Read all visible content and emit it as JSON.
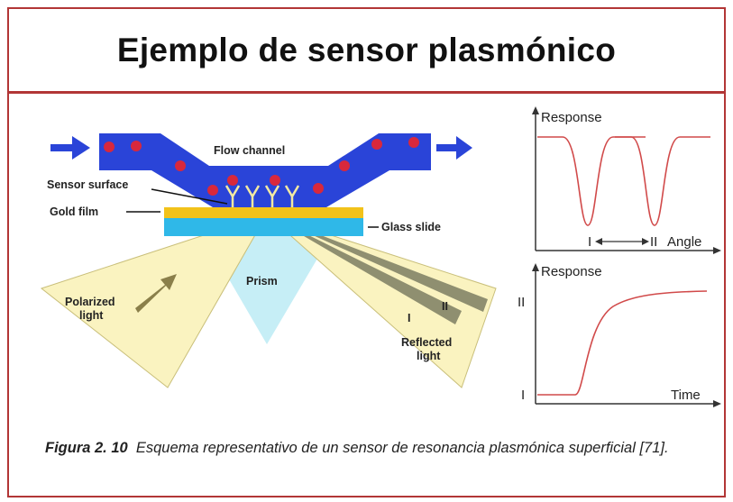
{
  "title": "Ejemplo de sensor plasmónico",
  "diagram": {
    "flow_channel": "Flow channel",
    "sensor_surface": "Sensor surface",
    "gold_film": "Gold film",
    "glass_slide": "Glass slide",
    "prism": "Prism",
    "polarized_light": [
      "Polarized",
      "light"
    ],
    "reflected_light": [
      "Reflected",
      "light"
    ],
    "beam_label_1": "I",
    "beam_label_2": "II"
  },
  "graphs": {
    "top": {
      "ylabel": "Response",
      "xlabel": "Angle",
      "marker_1": "I",
      "marker_2": "II"
    },
    "bottom": {
      "ylabel": "Response",
      "xlabel": "Time",
      "level_high": "II",
      "level_low": "I"
    }
  },
  "caption": {
    "figure": "Figura 2. 10",
    "text": "Esquema representativo de un sensor de resonancia plasmónica superficial [71]."
  },
  "colors": {
    "border": "#b23636",
    "channel": "#2a44d8",
    "particle": "#d8283c",
    "gold": "#f2c21a",
    "glass": "#2fb8e8",
    "prism": "#c6eef6",
    "beam": "#faf3c0",
    "curve": "#d14a4a"
  }
}
